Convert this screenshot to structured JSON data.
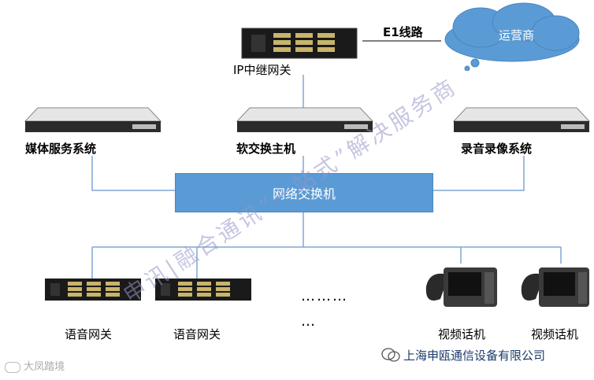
{
  "diagram": {
    "links": {
      "e1_label": "E1线路"
    },
    "cloud": {
      "label": "运营商"
    },
    "nodes": {
      "ip_gateway": "IP中继网关",
      "media_server": "媒体服务系统",
      "softswitch": "软交换主机",
      "recorder": "录音录像系统",
      "network_switch": "网络交换机",
      "voice_gateway_1": "语音网关",
      "voice_gateway_2": "语音网关",
      "ellipsis_row1": "………",
      "ellipsis_row2": "…",
      "video_phone_1": "视频话机",
      "video_phone_2": "视频话机"
    },
    "watermark": "申讯|融合通讯“一站式”解决服务商",
    "footer": {
      "company": "上海申瓯通信设备有限公司",
      "source_mark": "大凤踏境"
    },
    "colors": {
      "link_line": "#7fa7d4",
      "hub_fill": "#5b9bd5",
      "cloud_fill": "#5b9bd5"
    }
  }
}
